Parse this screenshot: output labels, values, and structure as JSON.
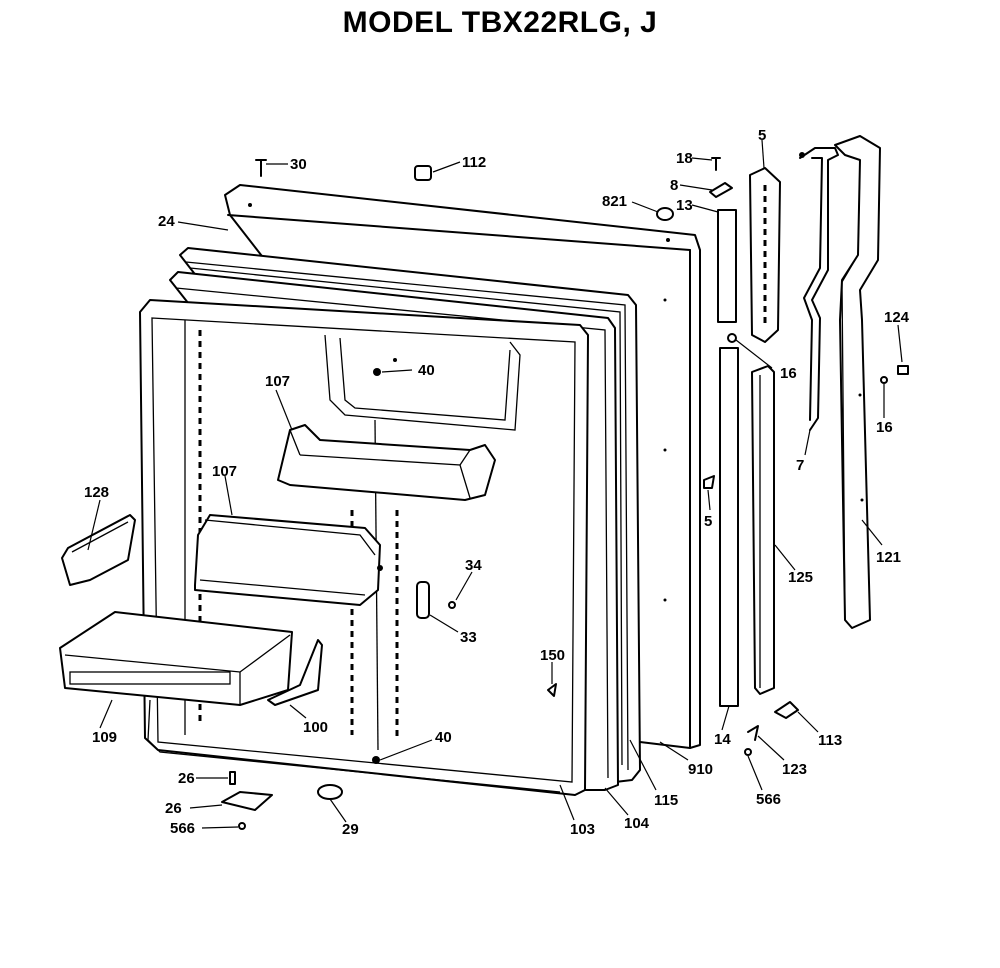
{
  "title": "MODEL TBX22RLG, J",
  "callouts": [
    {
      "id": "c30",
      "text": "30"
    },
    {
      "id": "c112",
      "text": "112"
    },
    {
      "id": "c18",
      "text": "18"
    },
    {
      "id": "c5a",
      "text": "5"
    },
    {
      "id": "c8",
      "text": "8"
    },
    {
      "id": "c821",
      "text": "821"
    },
    {
      "id": "c13",
      "text": "13"
    },
    {
      "id": "c24",
      "text": "24"
    },
    {
      "id": "c124",
      "text": "124"
    },
    {
      "id": "c16a",
      "text": "16"
    },
    {
      "id": "c16b",
      "text": "16"
    },
    {
      "id": "c107a",
      "text": "107"
    },
    {
      "id": "c40a",
      "text": "40"
    },
    {
      "id": "c7",
      "text": "7"
    },
    {
      "id": "c107b",
      "text": "107"
    },
    {
      "id": "c128",
      "text": "128"
    },
    {
      "id": "c5b",
      "text": "5"
    },
    {
      "id": "c121",
      "text": "121"
    },
    {
      "id": "c34",
      "text": "34"
    },
    {
      "id": "c125",
      "text": "125"
    },
    {
      "id": "c33",
      "text": "33"
    },
    {
      "id": "c150",
      "text": "150"
    },
    {
      "id": "c100",
      "text": "100"
    },
    {
      "id": "c109",
      "text": "109"
    },
    {
      "id": "c40b",
      "text": "40"
    },
    {
      "id": "c14",
      "text": "14"
    },
    {
      "id": "c113",
      "text": "113"
    },
    {
      "id": "c910",
      "text": "910"
    },
    {
      "id": "c123",
      "text": "123"
    },
    {
      "id": "c26a",
      "text": "26"
    },
    {
      "id": "c26b",
      "text": "26"
    },
    {
      "id": "c566a",
      "text": "566"
    },
    {
      "id": "c29",
      "text": "29"
    },
    {
      "id": "c103",
      "text": "103"
    },
    {
      "id": "c104",
      "text": "104"
    },
    {
      "id": "c115",
      "text": "115"
    },
    {
      "id": "c566b",
      "text": "566"
    }
  ]
}
